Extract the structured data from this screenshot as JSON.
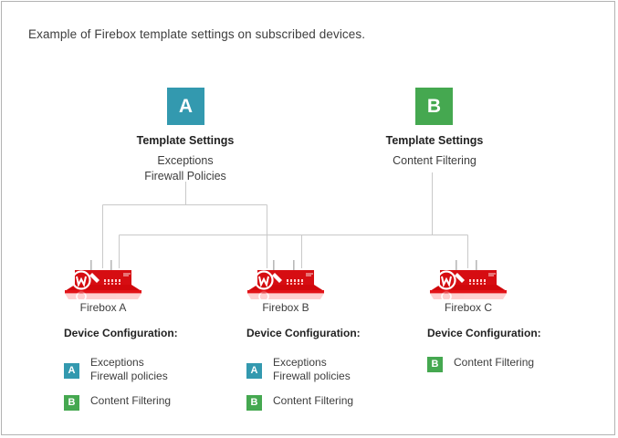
{
  "caption": "Example of Firebox template settings on subscribed devices.",
  "colors": {
    "template_a": "#3399af",
    "template_b": "#45a850",
    "device_red": "#d60d12",
    "connector": "#c9c9c9",
    "border": "#b3b3b3",
    "text": "#3d3d3d"
  },
  "templates": [
    {
      "badge": "A",
      "color": "#3399af",
      "title": "Template Settings",
      "settings": [
        "Exceptions",
        "Firewall Policies"
      ]
    },
    {
      "badge": "B",
      "color": "#45a850",
      "title": "Template Settings",
      "settings": [
        "Content Filtering"
      ]
    }
  ],
  "devices": [
    {
      "label": "Firebox A",
      "icon": "firebox-appliance-icon",
      "config_title": "Device Configuration:",
      "config": [
        {
          "badge": "A",
          "color": "#3399af",
          "lines": [
            "Exceptions",
            "Firewall policies"
          ]
        },
        {
          "badge": "B",
          "color": "#45a850",
          "lines": [
            "Content Filtering"
          ]
        }
      ]
    },
    {
      "label": "Firebox B",
      "icon": "firebox-appliance-icon",
      "config_title": "Device Configuration:",
      "config": [
        {
          "badge": "A",
          "color": "#3399af",
          "lines": [
            "Exceptions",
            "Firewall policies"
          ]
        },
        {
          "badge": "B",
          "color": "#45a850",
          "lines": [
            "Content Filtering"
          ]
        }
      ]
    },
    {
      "label": "Firebox C",
      "icon": "firebox-appliance-icon",
      "config_title": "Device Configuration:",
      "config": [
        {
          "badge": "B",
          "color": "#45a850",
          "lines": [
            "Content Filtering"
          ]
        }
      ]
    }
  ],
  "cfg": {
    "a": {
      "title": "Device Configuration:",
      "r0b": "A",
      "r0l0": "Exceptions",
      "r0l1": "Firewall policies",
      "r1b": "B",
      "r1l0": "Content Filtering"
    },
    "b": {
      "title": "Device Configuration:",
      "r0b": "A",
      "r0l0": "Exceptions",
      "r0l1": "Firewall policies",
      "r1b": "B",
      "r1l0": "Content Filtering"
    },
    "c": {
      "title": "Device Configuration:",
      "r0b": "B",
      "r0l0": "Content Filtering"
    }
  },
  "tpl": {
    "a": {
      "badge": "A",
      "title": "Template Settings",
      "l0": "Exceptions",
      "l1": "Firewall Policies"
    },
    "b": {
      "badge": "B",
      "title": "Template Settings",
      "l0": "Content Filtering"
    }
  },
  "labels": {
    "device_a": "Firebox A",
    "device_b": "Firebox B",
    "device_c": "Firebox C"
  }
}
